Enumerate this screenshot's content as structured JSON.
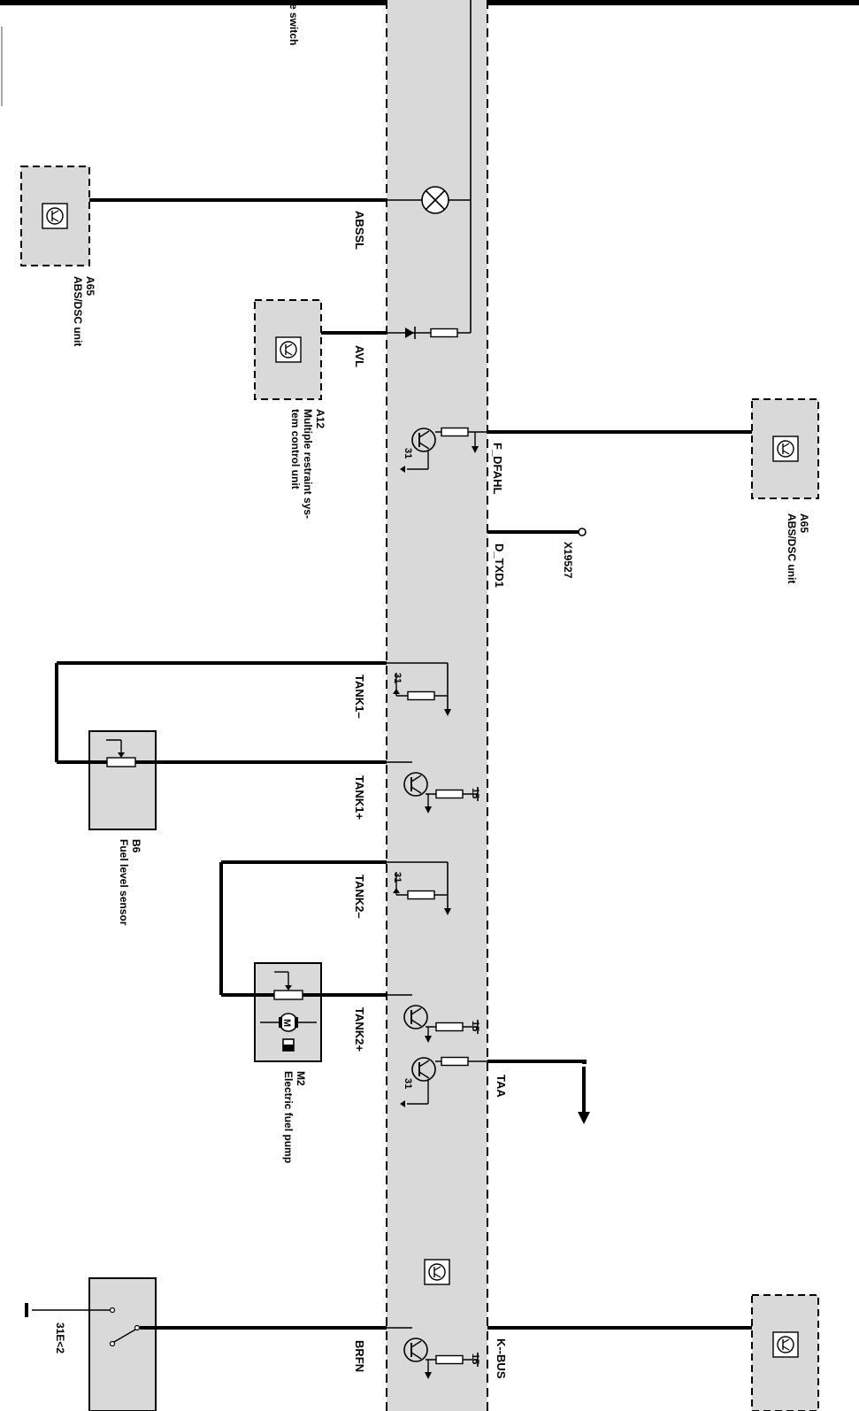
{
  "header_text": "e switch",
  "signals": {
    "abssl": "ABSSL",
    "avl": "AVL",
    "f_dfahl": "F_DFAHL",
    "d_txd1": "D_TXD1",
    "tank1_minus": "TANK1–",
    "tank1_plus": "TANK1+",
    "tank2_minus": "TANK2–",
    "tank2_plus": "TANK2+",
    "taa": "TAA",
    "brfn": "BRFN",
    "kbus": "K--BUS"
  },
  "components": {
    "a65_left": {
      "id": "A65",
      "name": "ABS/DSC unit"
    },
    "a12": {
      "id": "A12",
      "name_line1": "Multiple restraint sys-",
      "name_line2": "tem control unit"
    },
    "a65_right": {
      "id": "A65",
      "name": "ABS/DSC unit"
    },
    "x19527": {
      "id": "X19527"
    },
    "b6": {
      "id": "B6",
      "name": "Fuel level sensor"
    },
    "m2": {
      "id": "M2",
      "name": "Electric fuel pump",
      "motor_label": "M"
    },
    "ground": {
      "id": "31E<2"
    }
  },
  "pins": {
    "p31": "31",
    "p15": "15"
  },
  "colors": {
    "module_fill": "#d9d9d9",
    "line": "#000000"
  }
}
